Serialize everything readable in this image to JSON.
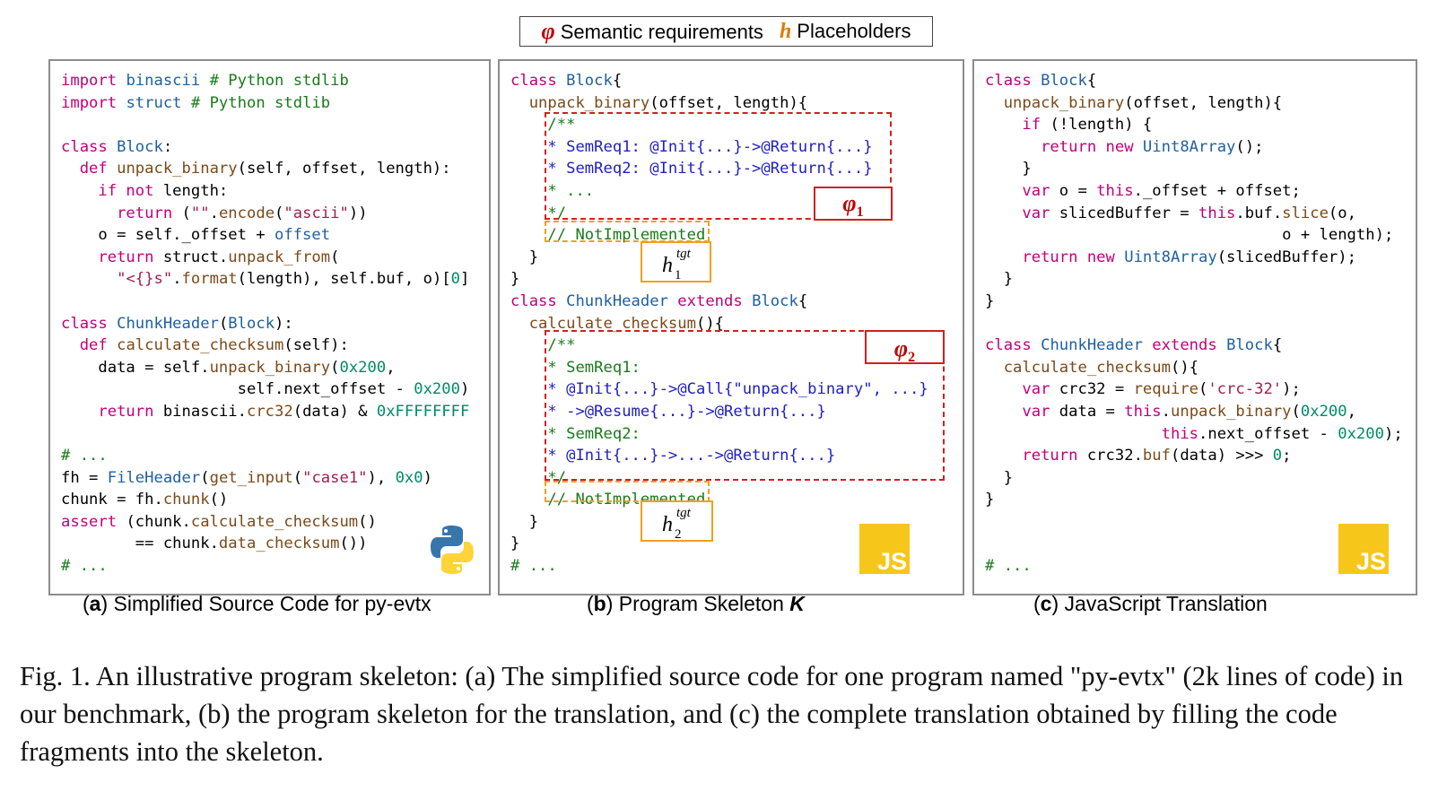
{
  "legend": {
    "phi_symbol": "φ",
    "phi_label": "Semantic requirements",
    "h_symbol": "h",
    "h_label": "Placeholders"
  },
  "panel_a": {
    "lines": [
      [
        [
          "import",
          "kw"
        ],
        [
          " binascii ",
          "cl"
        ],
        [
          "# Python stdlib",
          "cm"
        ]
      ],
      [
        [
          "import",
          "kw"
        ],
        [
          " struct ",
          "cl"
        ],
        [
          "# Python stdlib",
          "cm"
        ]
      ],
      [],
      [
        [
          "class",
          "kw"
        ],
        [
          " Block",
          "cl"
        ],
        [
          ":",
          ""
        ]
      ],
      [
        [
          "  def",
          "kw"
        ],
        [
          " unpack_binary",
          "fn"
        ],
        [
          "(self, offset, length):",
          ""
        ]
      ],
      [
        [
          "    if not",
          "kw"
        ],
        [
          " length:",
          ""
        ]
      ],
      [
        [
          "      return",
          "kw"
        ],
        [
          " (",
          ""
        ],
        [
          "\"\"",
          "st"
        ],
        [
          ".",
          ""
        ],
        [
          "encode",
          "fn"
        ],
        [
          "(",
          ""
        ],
        [
          "\"ascii\"",
          "st"
        ],
        [
          "))",
          ""
        ]
      ],
      [
        [
          "    o = self._offset + ",
          ""
        ],
        [
          "offset",
          "cl"
        ]
      ],
      [
        [
          "    return",
          "kw"
        ],
        [
          " struct.",
          ""
        ],
        [
          "unpack_from",
          "fn"
        ],
        [
          "(",
          ""
        ]
      ],
      [
        [
          "      ",
          ""
        ],
        [
          "\"<{}s\"",
          "st"
        ],
        [
          ".",
          ""
        ],
        [
          "format",
          "fn"
        ],
        [
          "(length), self.buf, o)[",
          ""
        ],
        [
          "0",
          "nm"
        ],
        [
          "]",
          ""
        ]
      ],
      [],
      [
        [
          "class",
          "kw"
        ],
        [
          " ChunkHeader",
          "cl"
        ],
        [
          "(",
          ""
        ],
        [
          "Block",
          "cl"
        ],
        [
          "):",
          ""
        ]
      ],
      [
        [
          "  def",
          "kw"
        ],
        [
          " calculate_checksum",
          "fn"
        ],
        [
          "(self):",
          ""
        ]
      ],
      [
        [
          "    data = self.",
          ""
        ],
        [
          "unpack_binary",
          "fn"
        ],
        [
          "(",
          ""
        ],
        [
          "0x200",
          "nm"
        ],
        [
          ",",
          ""
        ]
      ],
      [
        [
          "                   self.next_offset - ",
          ""
        ],
        [
          "0x200",
          "nm"
        ],
        [
          ")",
          ""
        ]
      ],
      [
        [
          "    return",
          "kw"
        ],
        [
          " binascii.",
          ""
        ],
        [
          "crc32",
          "fn"
        ],
        [
          "(data) & ",
          ""
        ],
        [
          "0xFFFFFFFF",
          "nm"
        ]
      ],
      [],
      [
        [
          "# ...",
          "cm"
        ]
      ],
      [
        [
          "fh = ",
          ""
        ],
        [
          "FileHeader",
          "cl"
        ],
        [
          "(",
          ""
        ],
        [
          "get_input",
          "fn"
        ],
        [
          "(",
          ""
        ],
        [
          "\"case1\"",
          "st"
        ],
        [
          "), ",
          ""
        ],
        [
          "0x0",
          "nm"
        ],
        [
          ")",
          ""
        ]
      ],
      [
        [
          "chunk = fh.",
          ""
        ],
        [
          "chunk",
          "fn"
        ],
        [
          "()",
          ""
        ]
      ],
      [
        [
          "assert",
          "kw"
        ],
        [
          " (chunk.",
          ""
        ],
        [
          "calculate_checksum",
          "fn"
        ],
        [
          "()",
          ""
        ]
      ],
      [
        [
          "        == chunk.",
          ""
        ],
        [
          "data_checksum",
          "fn"
        ],
        [
          "())",
          ""
        ]
      ],
      [
        [
          "# ...",
          "cm"
        ]
      ]
    ]
  },
  "panel_b": {
    "lines": [
      [
        [
          "class",
          "kw"
        ],
        [
          " Block",
          "cl"
        ],
        [
          "{",
          ""
        ]
      ],
      [
        [
          "  ",
          ""
        ],
        [
          "unpack_binary",
          "fn"
        ],
        [
          "(offset, length){",
          ""
        ]
      ],
      [
        [
          "    ",
          ""
        ],
        [
          "/**",
          "cm"
        ]
      ],
      [
        [
          "    ",
          ""
        ],
        [
          "* SemReq1: @Init{...}->@Return{...}",
          "jsdoc"
        ]
      ],
      [
        [
          "    ",
          ""
        ],
        [
          "* SemReq2: @Init{...}->@Return{...}",
          "jsdoc"
        ]
      ],
      [
        [
          "    ",
          ""
        ],
        [
          "* ...",
          "cm"
        ]
      ],
      [
        [
          "    ",
          ""
        ],
        [
          "*/",
          "cm"
        ]
      ],
      [
        [
          "    ",
          ""
        ],
        [
          "// NotImplemented",
          "cm"
        ]
      ],
      [
        [
          "  }",
          ""
        ]
      ],
      [
        [
          "}",
          ""
        ]
      ],
      [
        [
          "class",
          "kw"
        ],
        [
          " ChunkHeader",
          "cl"
        ],
        [
          " extends",
          "kw"
        ],
        [
          " Block",
          "cl"
        ],
        [
          "{",
          ""
        ]
      ],
      [
        [
          "  ",
          ""
        ],
        [
          "calculate_checksum",
          "fn"
        ],
        [
          "(){",
          ""
        ]
      ],
      [
        [
          "    ",
          ""
        ],
        [
          "/**",
          "cm"
        ]
      ],
      [
        [
          "    ",
          ""
        ],
        [
          "* SemReq1:",
          "cm"
        ]
      ],
      [
        [
          "    ",
          ""
        ],
        [
          "* @Init{...}->@Call{\"unpack_binary\", ...}",
          "jsdoc"
        ]
      ],
      [
        [
          "    ",
          ""
        ],
        [
          "* ->@Resume{...}->@Return{...}",
          "jsdoc"
        ]
      ],
      [
        [
          "    ",
          ""
        ],
        [
          "* SemReq2:",
          "cm"
        ]
      ],
      [
        [
          "    ",
          ""
        ],
        [
          "* @Init{...}->...->@Return{...}",
          "jsdoc"
        ]
      ],
      [
        [
          "    ",
          ""
        ],
        [
          "*/",
          "cm"
        ]
      ],
      [
        [
          "    ",
          ""
        ],
        [
          "// NotImplemented",
          "cm"
        ]
      ],
      [
        [
          "  }",
          ""
        ]
      ],
      [
        [
          "}",
          ""
        ]
      ],
      [
        [
          "# ...",
          "cm"
        ]
      ]
    ],
    "phi1": {
      "symbol": "φ",
      "sub": "1"
    },
    "phi2": {
      "symbol": "φ",
      "sub": "2"
    },
    "h1": {
      "main": "h",
      "sup": "tgt",
      "sub": "1"
    },
    "h2": {
      "main": "h",
      "sup": "tgt",
      "sub": "2"
    },
    "js_logo": "JS"
  },
  "panel_c": {
    "lines": [
      [
        [
          "class",
          "kw"
        ],
        [
          " Block",
          "cl"
        ],
        [
          "{",
          ""
        ]
      ],
      [
        [
          "  ",
          ""
        ],
        [
          "unpack_binary",
          "fn"
        ],
        [
          "(offset, length){",
          ""
        ]
      ],
      [
        [
          "    if",
          "kw"
        ],
        [
          " (!length) {",
          ""
        ]
      ],
      [
        [
          "      return new",
          "kw"
        ],
        [
          " Uint8Array",
          "cl"
        ],
        [
          "();",
          ""
        ]
      ],
      [
        [
          "    }",
          ""
        ]
      ],
      [
        [
          "    var",
          "kw"
        ],
        [
          " o = ",
          ""
        ],
        [
          "this",
          "kw"
        ],
        [
          "._offset + offset;",
          ""
        ]
      ],
      [
        [
          "    var",
          "kw"
        ],
        [
          " slicedBuffer = ",
          ""
        ],
        [
          "this",
          "kw"
        ],
        [
          ".buf.",
          ""
        ],
        [
          "slice",
          "fn"
        ],
        [
          "(o,",
          ""
        ]
      ],
      [
        [
          "                                o + length);",
          ""
        ]
      ],
      [
        [
          "    return new",
          "kw"
        ],
        [
          " Uint8Array",
          "cl"
        ],
        [
          "(slicedBuffer);",
          ""
        ]
      ],
      [
        [
          "  }",
          ""
        ]
      ],
      [
        [
          "}",
          ""
        ]
      ],
      [],
      [
        [
          "class",
          "kw"
        ],
        [
          " ChunkHeader",
          "cl"
        ],
        [
          " extends",
          "kw"
        ],
        [
          " Block",
          "cl"
        ],
        [
          "{",
          ""
        ]
      ],
      [
        [
          "  ",
          ""
        ],
        [
          "calculate_checksum",
          "fn"
        ],
        [
          "(){",
          ""
        ]
      ],
      [
        [
          "    var",
          "kw"
        ],
        [
          " crc32 = ",
          ""
        ],
        [
          "require",
          "fn"
        ],
        [
          "(",
          ""
        ],
        [
          "'crc-32'",
          "st"
        ],
        [
          ");",
          ""
        ]
      ],
      [
        [
          "    var",
          "kw"
        ],
        [
          " data = ",
          ""
        ],
        [
          "this",
          "kw"
        ],
        [
          ".",
          ""
        ],
        [
          "unpack_binary",
          "fn"
        ],
        [
          "(",
          ""
        ],
        [
          "0x200",
          "nm"
        ],
        [
          ",",
          ""
        ]
      ],
      [
        [
          "                   ",
          ""
        ],
        [
          "this",
          "kw"
        ],
        [
          ".next_offset - ",
          ""
        ],
        [
          "0x200",
          "nm"
        ],
        [
          ");",
          ""
        ]
      ],
      [
        [
          "    return",
          "kw"
        ],
        [
          " crc32.",
          ""
        ],
        [
          "buf",
          "fn"
        ],
        [
          "(data) >>> ",
          ""
        ],
        [
          "0",
          "nm"
        ],
        [
          ";",
          ""
        ]
      ],
      [
        [
          "  }",
          ""
        ]
      ],
      [
        [
          "}",
          ""
        ]
      ],
      [],
      [],
      [
        [
          "# ...",
          "cm"
        ]
      ]
    ],
    "js_logo": "JS"
  },
  "captions": {
    "a_letter": "a",
    "a_text": " Simplified Source Code for py-evtx",
    "b_letter": "b",
    "b_text": " Program Skeleton ",
    "b_k": "K",
    "c_letter": "c",
    "c_text": " JavaScript Translation"
  },
  "figure_caption": "Fig. 1.  An illustrative program skeleton: (a) The simplified source code for one program named \"py-evtx\" (2k lines of code) in our benchmark, (b) the program skeleton for the translation, and (c) the complete translation obtained by filling the code fragments into the skeleton."
}
